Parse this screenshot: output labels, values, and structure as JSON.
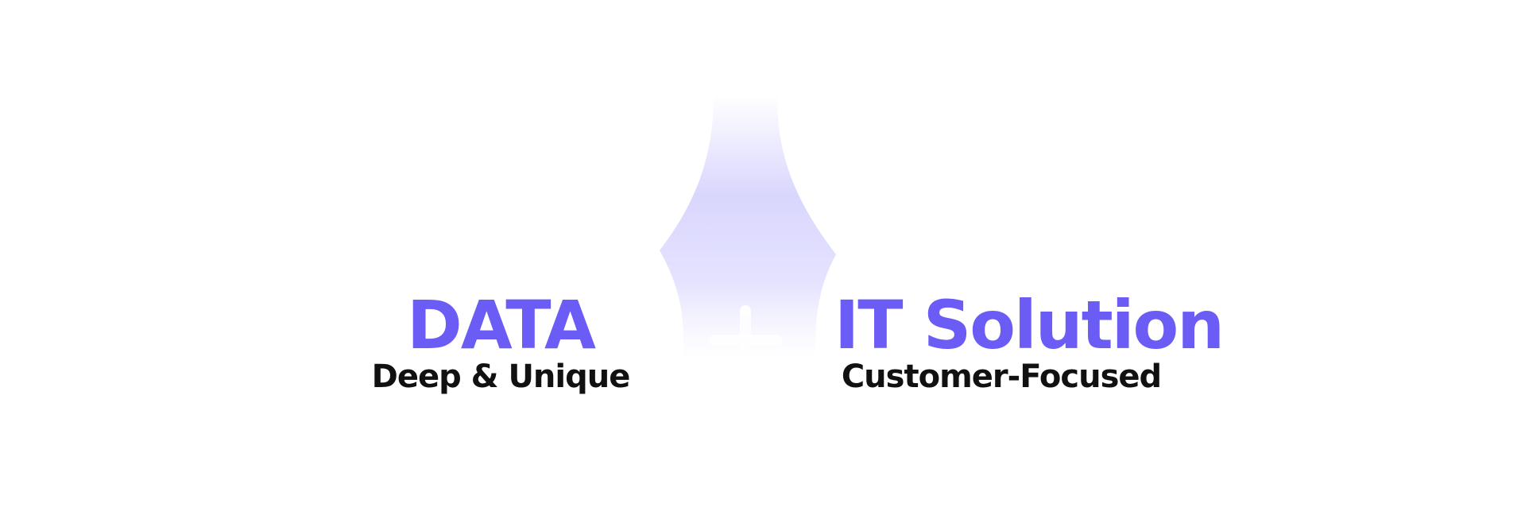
{
  "left_block": {
    "title": "DATA",
    "subtitle": "Deep & Unique"
  },
  "right_block": {
    "title": "IT Solution",
    "subtitle": "Customer-Focused"
  },
  "colors": {
    "accent": "#6A5CF5",
    "text": "#111111",
    "glow": "#D9D6FD",
    "background": "#FFFFFF"
  },
  "icons": {
    "center": "plus-icon"
  }
}
